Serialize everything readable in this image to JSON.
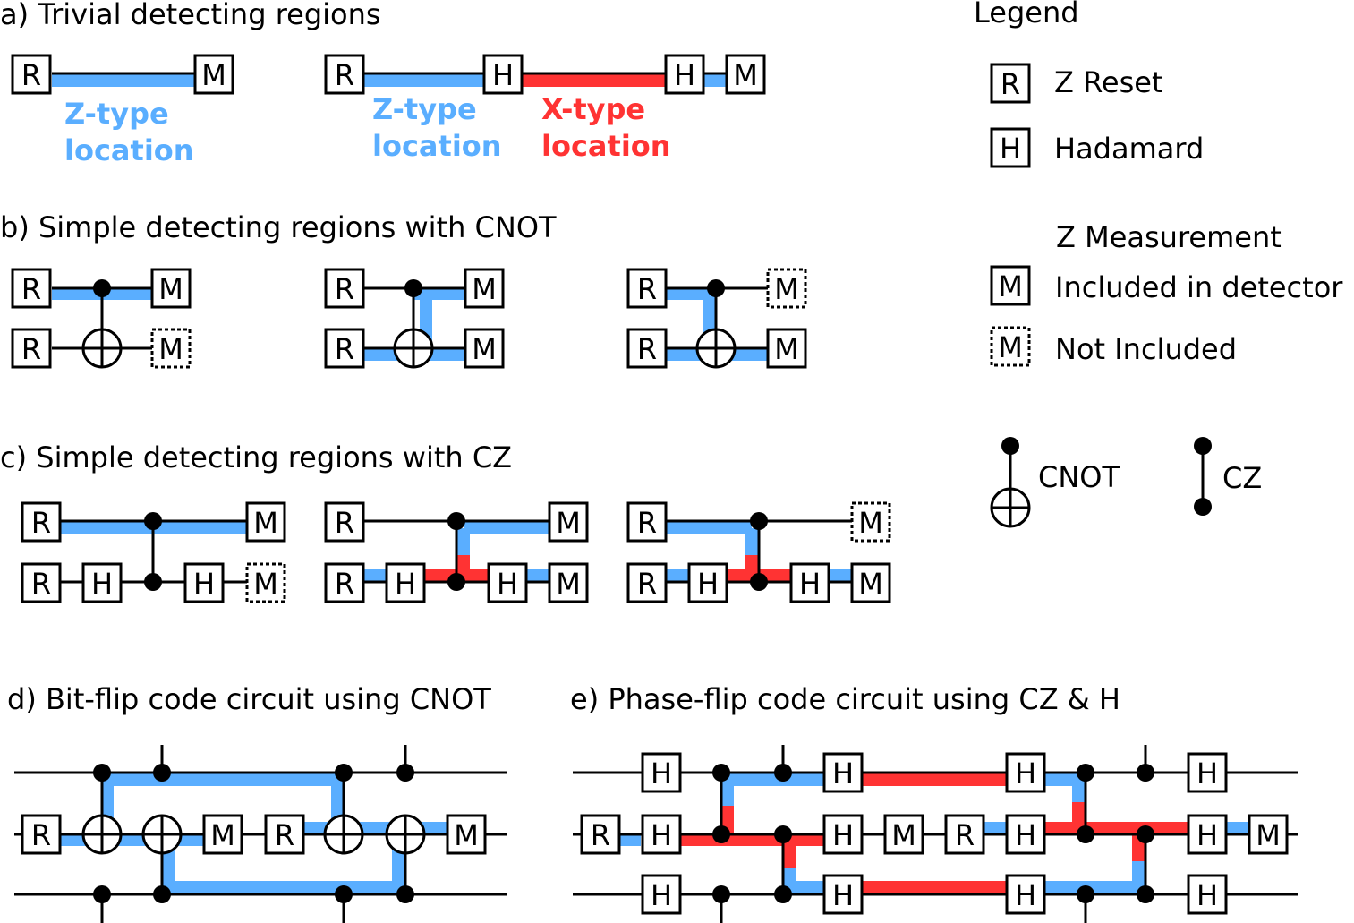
{
  "colors": {
    "ztype": "#5aaeff",
    "xtype": "#ff3333",
    "wire": "#000000"
  },
  "titles": {
    "a": "a) Trivial detecting regions",
    "b": "b) Simple detecting regions with CNOT",
    "c": "c) Simple detecting regions with CZ",
    "d": "d) Bit-flip code circuit using CNOT",
    "e": "e) Phase-flip code circuit using CZ & H"
  },
  "region_labels": {
    "z1_l1": "Z-type",
    "z1_l2": "location",
    "z2_l1": "Z-type",
    "z2_l2": "location",
    "x2_l1": "X-type",
    "x2_l2": "location"
  },
  "gates": {
    "reset": "R",
    "hadamard": "H",
    "measure": "M"
  },
  "legend": {
    "title": "Legend",
    "reset": "Z Reset",
    "hadamard": "Hadamard",
    "measurement": "Z Measurement",
    "included": "Included in detector",
    "not_included": "Not Included",
    "cnot": "CNOT",
    "cz": "CZ"
  }
}
